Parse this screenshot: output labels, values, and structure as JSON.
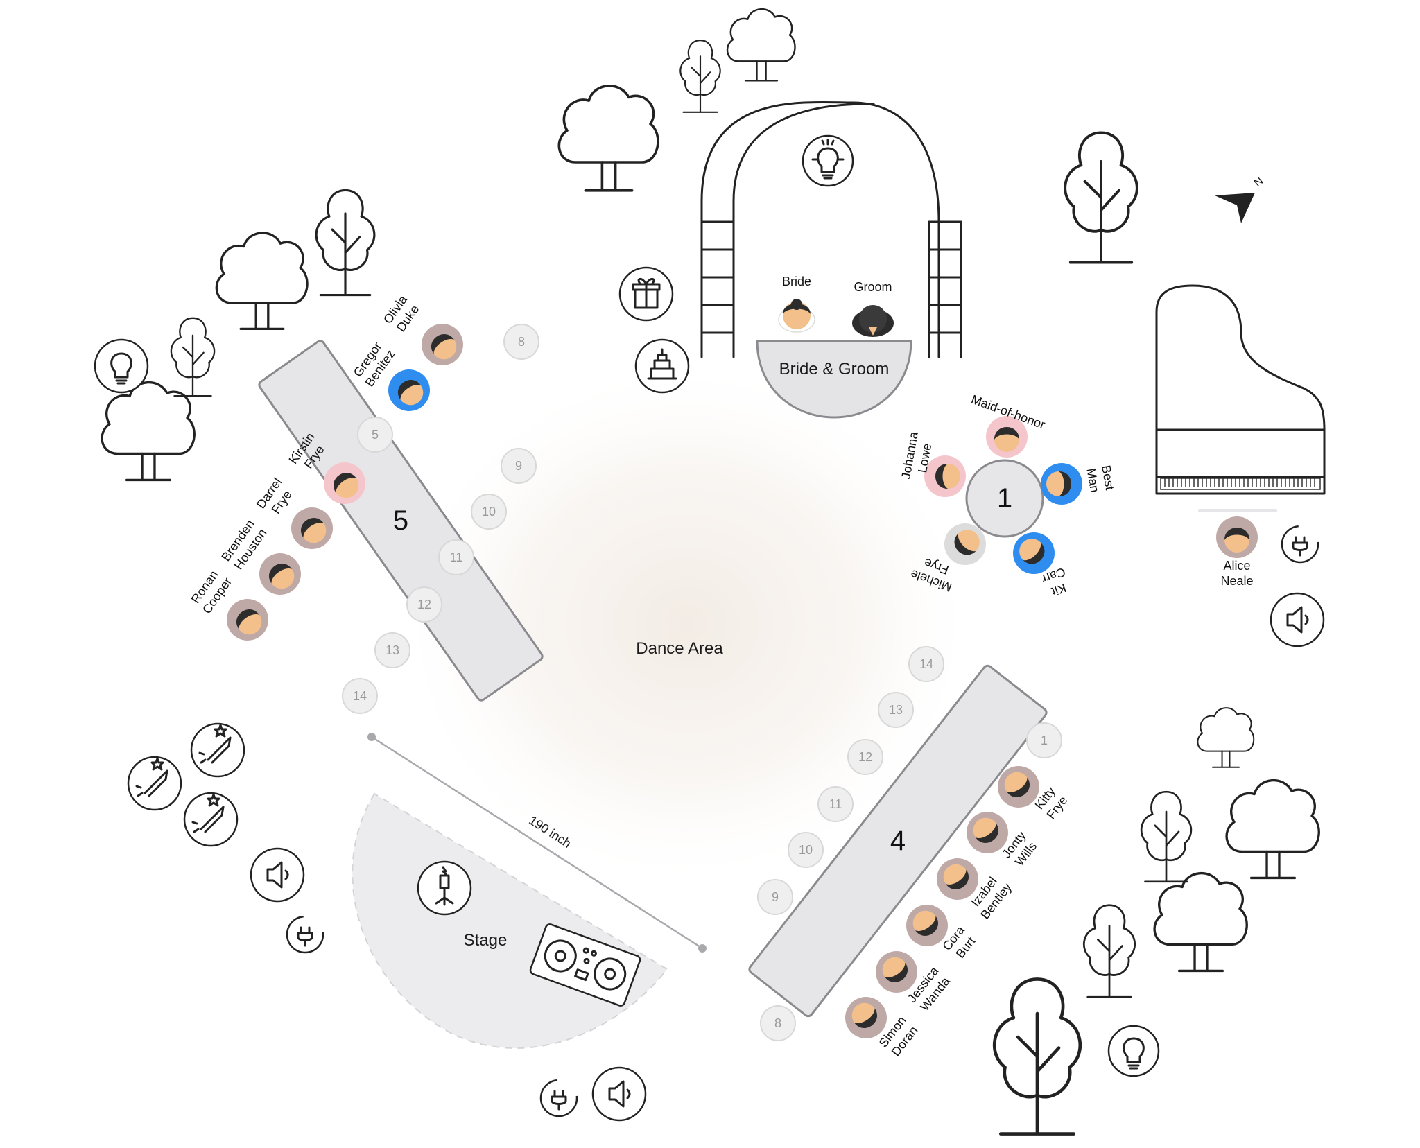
{
  "colors": {
    "table_fill": "#e6e5e8",
    "table_stroke": "#8b8a8f",
    "seat_empty_fill": "#efefef",
    "seat_empty_stroke": "#d8d8d8",
    "guest_gray": "#bfa9a6",
    "guest_blue": "#2f8df0",
    "guest_pink": "#f4c6cc",
    "guest_light": "#dcdcdc",
    "skin": "#f3c08c",
    "hair": "#2c2c2c",
    "dance_glow": "#f5efe9",
    "stage_fill": "#ececee"
  },
  "labels": {
    "dance_area": "Dance Area",
    "stage": "Stage",
    "bride_groom": "Bride & Groom",
    "bride": "Bride",
    "groom": "Groom",
    "measure": "190 inch",
    "north": "N"
  },
  "tables": {
    "t5": {
      "number": "5"
    },
    "t4": {
      "number": "4"
    },
    "t1": {
      "number": "1"
    }
  },
  "guests": {
    "olivia": [
      "Olivia",
      "Duke"
    ],
    "gregor": [
      "Gregor",
      "Benitez"
    ],
    "kirstin": [
      "Kirstin",
      "Frye"
    ],
    "darrel": [
      "Darrel",
      "Frye"
    ],
    "brenden": [
      "Brenden",
      "Houston"
    ],
    "ronan": [
      "Ronan",
      "Cooper"
    ],
    "kitty": [
      "Kitty",
      "Frye"
    ],
    "jonty": [
      "Jonty",
      "Wills"
    ],
    "izabel": [
      "Izabel",
      "Bentley"
    ],
    "cora": [
      "Cora",
      "Burt"
    ],
    "jessica": [
      "Jessica",
      "Wanda"
    ],
    "simon": [
      "Simon",
      "Doran"
    ],
    "maid": [
      "Maid-of-honor"
    ],
    "johanna": [
      "Johanna",
      "Lowe"
    ],
    "bestman": [
      "Best",
      "Man"
    ],
    "kit": [
      "Kit",
      "Carr"
    ],
    "michele": [
      "Michele",
      "Frye"
    ],
    "alice": [
      "Alice",
      "Neale"
    ]
  },
  "empty_seats_t5": [
    "8",
    "5",
    "9",
    "10",
    "11",
    "12",
    "13",
    "14"
  ],
  "empty_seats_t4": [
    "14",
    "13",
    "12",
    "11",
    "10",
    "9",
    "1",
    "8"
  ],
  "icons": [
    "lightbulb-icon",
    "gift-icon",
    "cake-icon",
    "fireworks-icon",
    "speaker-icon",
    "power-plug-icon",
    "microphone-icon",
    "dj-console-icon",
    "grand-piano-icon",
    "north-arrow-icon",
    "tree-icon"
  ]
}
